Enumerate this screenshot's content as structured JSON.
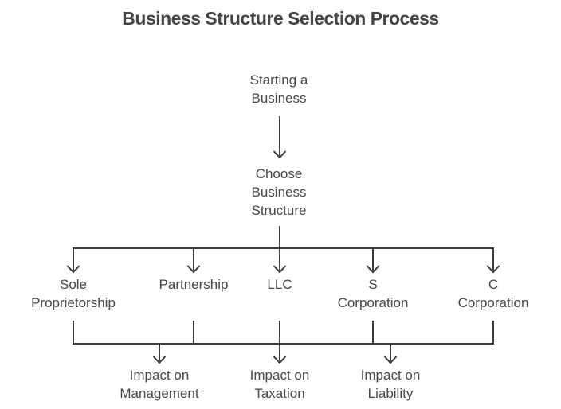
{
  "title": "Business Structure Selection Process",
  "flowchart": {
    "start": {
      "lines": [
        "Starting a",
        "Business"
      ]
    },
    "choose": {
      "lines": [
        "Choose",
        "Business",
        "Structure"
      ]
    },
    "options": [
      {
        "id": "sole-proprietorship",
        "lines": [
          "Sole",
          "Proprietorship"
        ]
      },
      {
        "id": "partnership",
        "lines": [
          "Partnership"
        ]
      },
      {
        "id": "llc",
        "lines": [
          "LLC"
        ]
      },
      {
        "id": "s-corporation",
        "lines": [
          "S",
          "Corporation"
        ]
      },
      {
        "id": "c-corporation",
        "lines": [
          "C",
          "Corporation"
        ]
      }
    ],
    "impacts": [
      {
        "id": "impact-management",
        "lines": [
          "Impact on",
          "Management"
        ]
      },
      {
        "id": "impact-taxation",
        "lines": [
          "Impact on",
          "Taxation"
        ]
      },
      {
        "id": "impact-liability",
        "lines": [
          "Impact on",
          "Liability"
        ]
      }
    ]
  },
  "colors": {
    "background": "#ffffff",
    "title_text": "#454545",
    "node_text": "#474747",
    "connector_line": "#3d3d3d"
  }
}
